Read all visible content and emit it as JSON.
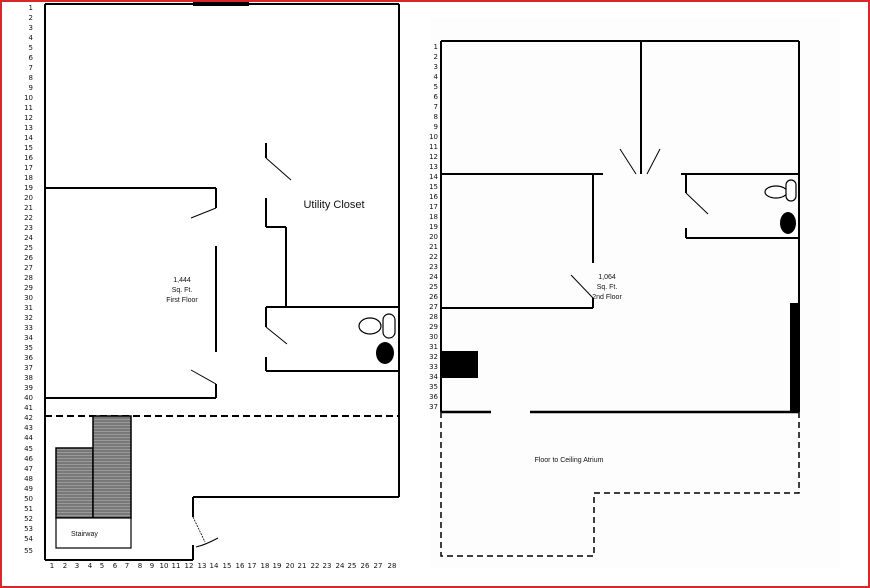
{
  "first_floor": {
    "area_label_line1": "1,444",
    "area_label_line2": "Sq. Ft.",
    "area_label_line3": "First Floor",
    "utility_closet_label": "Utility Closet",
    "stairway_label": "Stairway",
    "row_numbers": [
      "1",
      "2",
      "3",
      "4",
      "5",
      "6",
      "7",
      "8",
      "9",
      "10",
      "11",
      "12",
      "13",
      "14",
      "15",
      "16",
      "17",
      "18",
      "19",
      "20",
      "21",
      "22",
      "23",
      "24",
      "25",
      "26",
      "27",
      "28",
      "29",
      "30",
      "31",
      "32",
      "33",
      "34",
      "35",
      "36",
      "37",
      "38",
      "39",
      "40",
      "41",
      "42",
      "43",
      "44",
      "45",
      "46",
      "47",
      "48",
      "49",
      "50",
      "51",
      "52",
      "53",
      "54",
      "55"
    ],
    "column_numbers": [
      "1",
      "2",
      "3",
      "4",
      "5",
      "6",
      "7",
      "8",
      "9",
      "10",
      "11",
      "12",
      "13",
      "14",
      "15",
      "16",
      "17",
      "18",
      "19",
      "20",
      "21",
      "22",
      "23",
      "24",
      "25",
      "26",
      "27",
      "28"
    ]
  },
  "second_floor": {
    "area_label_line1": "1,064",
    "area_label_line2": "Sq. Ft.",
    "area_label_line3": "2nd Floor",
    "atrium_label": "Floor to Ceiling Atrium",
    "row_numbers": [
      "1",
      "2",
      "3",
      "4",
      "5",
      "6",
      "7",
      "8",
      "9",
      "10",
      "11",
      "12",
      "13",
      "14",
      "15",
      "16",
      "17",
      "18",
      "19",
      "20",
      "21",
      "22",
      "23",
      "24",
      "25",
      "26",
      "27",
      "28",
      "29",
      "30",
      "31",
      "32",
      "33",
      "34",
      "35",
      "36",
      "37"
    ]
  },
  "colors": {
    "frame": "#d9262b",
    "wall": "#000000",
    "stair_fill": "#8a8a8a"
  }
}
